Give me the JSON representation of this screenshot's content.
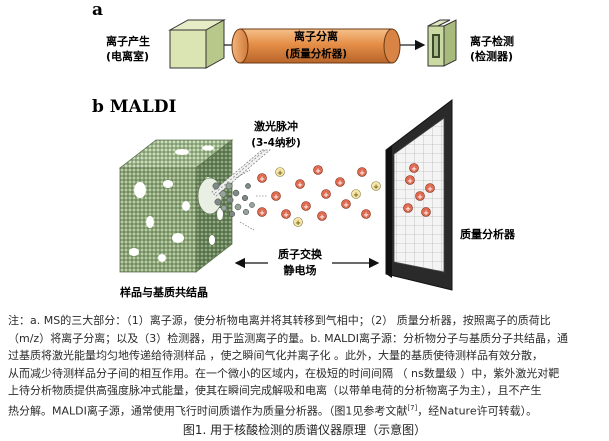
{
  "panel_a": {
    "letter": "a",
    "source_label": [
      "离子产生",
      "(电离室)"
    ],
    "analyzer_label": [
      "离子分离",
      "(质量分析器)"
    ],
    "detector_label": [
      "离子检测",
      "(检测器)"
    ]
  },
  "panel_b": {
    "letter": "b MALDI",
    "laser_label": [
      "激光脉冲",
      "(3-4纳秒)"
    ],
    "mass_analyzer_label": "质量分析器",
    "proton_exchange_label": [
      "质子交换",
      "静电场"
    ],
    "crystal_label": "样品与基质共结晶"
  },
  "note": {
    "line1": "注：a. MS的三大部分：（1）离子源，使分析物电离并将其转移到气相中；（2） 质量分析器，按照离子的质荷比",
    "line2": "（m/z）将离子分离；以及（3）检测器，用于监测离子的量。b. MALDI离子源：分析物分子与基质分子共结晶，通",
    "line3": "过基质将激光能量均匀地传递给待测样品 ，使之瞬间气化并离子化 。此外，大量的基质使待测样品有效分散，",
    "line4": "从而减少待测样品分子间的相互作用。在一个微小的区域内，在极短的时间间隔 （ ns数量级 ）中，紫外激光对靶",
    "line5": "上待分析物质提供高强度脉冲式能量，使其在瞬间完成解吸和电离（以带单电荷的分析物离子为主），且不产生",
    "line6_a": "热分解。MALDI离子源，通常使用飞行时间质谱作为质量分析器。（图1见参考文献",
    "line6_ref": "[7]",
    "line6_b": "，经Nature许可转载）。"
  },
  "caption": "图1. 用于核酸检测的质谱仪器原理（示意图）",
  "colors": {
    "source_box": "#d9e3b0",
    "analyzer_tube": "#e89a55",
    "detector_box": "#c9d7a0",
    "crystal": "#8aa37a",
    "ion_red": "#e06a50",
    "ion_yellow": "#f5e6a8",
    "frame": "#2a2a2a"
  }
}
